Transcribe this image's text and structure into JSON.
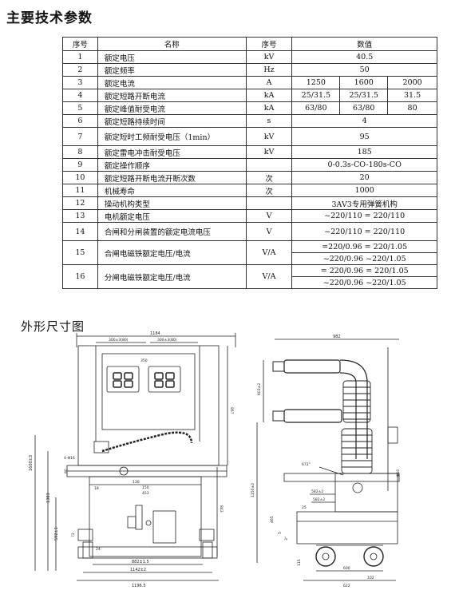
{
  "title": "主要技术参数",
  "drawing_title": "外形尺寸图",
  "table": {
    "headers": [
      "序号",
      "名称",
      "序号",
      "数值"
    ],
    "rows": [
      {
        "no": "1",
        "name": "额定电压",
        "unit": "kV",
        "values": [
          "40.5"
        ]
      },
      {
        "no": "2",
        "name": "额定频率",
        "unit": "Hz",
        "values": [
          "50"
        ]
      },
      {
        "no": "3",
        "name": "额定电流",
        "unit": "A",
        "values": [
          "1250",
          "1600",
          "2000"
        ]
      },
      {
        "no": "4",
        "name": "额定短路开断电流",
        "unit": "kA",
        "values": [
          "25/31.5",
          "25/31.5",
          "31.5"
        ]
      },
      {
        "no": "5",
        "name": "额定峰值耐受电流",
        "unit": "kA",
        "values": [
          "63/80",
          "63/80",
          "80"
        ]
      },
      {
        "no": "6",
        "name": "额定短路持续时间",
        "unit": "s",
        "values": [
          "4"
        ]
      },
      {
        "no": "7",
        "name": "额定短时工频耐受电压（1min）",
        "unit": "kV",
        "values": [
          "95"
        ]
      },
      {
        "no": "8",
        "name": "额定雷电冲击耐受电压",
        "unit": "kV",
        "values": [
          "185"
        ]
      },
      {
        "no": "9",
        "name": "额定操作顺序",
        "unit": "",
        "values": [
          "0-0.3s-CO-180s-CO"
        ]
      },
      {
        "no": "10",
        "name": "额定短路开断电流开断次数",
        "unit": "次",
        "values": [
          "20"
        ]
      },
      {
        "no": "11",
        "name": "机械寿命",
        "unit": "次",
        "values": [
          "1000"
        ]
      },
      {
        "no": "12",
        "name": "操动机构类型",
        "unit": "",
        "values": [
          "3AV3专用弹簧机构"
        ]
      },
      {
        "no": "13",
        "name": "电机额定电压",
        "unit": "V",
        "values": [
          "~220/110 = 220/110"
        ]
      },
      {
        "no": "14",
        "name": "合闸和分闸装置的额定电流电压",
        "unit": "V",
        "values": [
          "~220/110 = 220/110"
        ]
      },
      {
        "no": "15",
        "name": "合闸电磁铁额定电压/电流",
        "unit": "V/A",
        "lines": [
          "=220/0.96   = 220/1.05",
          "~220/0.96   ~220/1.05"
        ]
      },
      {
        "no": "16",
        "name": "分闸电磁铁额定电压/电流",
        "unit": "V/A",
        "lines": [
          "= 220/0.96   = 220/1.05",
          "~220/0.96   ~220/1.05"
        ]
      }
    ]
  },
  "front_view": {
    "dims": {
      "top_width": "1184",
      "left_pole": "300±3(80)",
      "right_pole": "300±3(80)",
      "pole_gap": "350",
      "height_total": "1600±3",
      "height_1383": "1383",
      "height_557": "557",
      "dim_80": "80",
      "dim_4phi16": "4-Φ16",
      "dim_592": "592±1",
      "dim_843": "843",
      "dim_130": "130",
      "dim_18": "18",
      "dim_150": "150",
      "dim_453": "453",
      "dim_72": "72",
      "dim_24": "24",
      "bottom_882": "882±1.5",
      "bottom_1142": "1142±2",
      "bottom_1196": "1196.5"
    }
  },
  "side_view": {
    "dims": {
      "top_982": "982",
      "dim_603": "603±2",
      "dim_672": "672°",
      "dim_1150": "1150±2",
      "dim_582a": "582±2",
      "dim_582b": "582±2",
      "dim_25": "25",
      "dim_465": "465",
      "dim_5": "5",
      "dim_3": "3°",
      "dim_115": "115",
      "dim_600": "600",
      "dim_102": "102",
      "dim_622": "622",
      "dim_phi10": "Φ10"
    }
  }
}
